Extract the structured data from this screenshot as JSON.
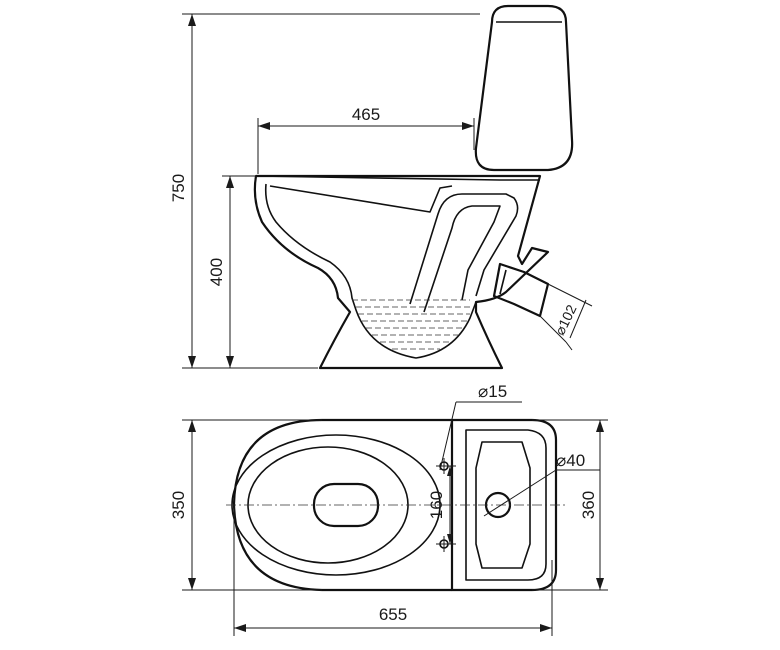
{
  "dimensions": {
    "height_total": "750",
    "seat_height": "400",
    "bowl_length": "465",
    "outlet_diameter": "⌀102",
    "width_bowl": "350",
    "width_tank": "360",
    "total_length": "655",
    "hole_spacing": "160",
    "hole_small": "⌀15",
    "hole_large": "⌀40"
  }
}
